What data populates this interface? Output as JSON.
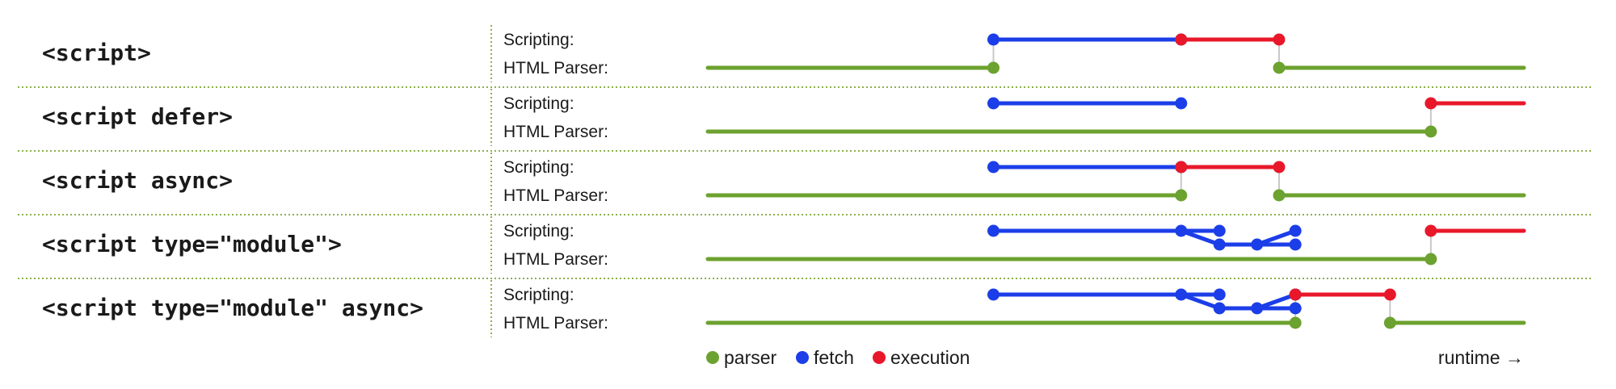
{
  "lane_labels": {
    "scripting": "Scripting:",
    "parser": "HTML Parser:"
  },
  "colors": {
    "parser": "#6ca22f",
    "fetch": "#1c3ee8",
    "execution": "#e8182a",
    "connector": "#c8c8c8",
    "separator": "#8cb04a"
  },
  "rows": [
    {
      "tag": "<script>",
      "parser_segments": [
        [
          0,
          0.35
        ],
        [
          0.7,
          1.0
        ]
      ],
      "fetch_segments": [
        [
          0.35,
          0.58
        ]
      ],
      "exec_segments": [
        [
          0.58,
          0.7
        ]
      ],
      "connectors": [
        0.35,
        0.7
      ]
    },
    {
      "tag": "<script defer>",
      "parser_segments": [
        [
          0,
          0.886
        ]
      ],
      "fetch_segments": [
        [
          0.35,
          0.58
        ]
      ],
      "exec_segments": [
        [
          0.886,
          1.0
        ]
      ],
      "connectors": [
        0.886
      ]
    },
    {
      "tag": "<script async>",
      "parser_segments": [
        [
          0,
          0.58
        ],
        [
          0.7,
          1.0
        ]
      ],
      "fetch_segments": [
        [
          0.35,
          0.58
        ]
      ],
      "exec_segments": [
        [
          0.58,
          0.7
        ]
      ],
      "connectors": [
        0.58,
        0.7
      ]
    },
    {
      "tag": "<script type=\"module\">",
      "parser_segments": [
        [
          0,
          0.886
        ]
      ],
      "fetch_segments": [
        [
          0.35,
          0.58
        ]
      ],
      "module_fetch": {
        "split": 0.58,
        "upper_end": 0.627,
        "lower_mid": 0.627,
        "lower_join": 0.673,
        "merge": 0.72
      },
      "exec_segments": [
        [
          0.886,
          1.0
        ]
      ],
      "connectors": [
        0.886
      ]
    },
    {
      "tag": "<script type=\"module\" async>",
      "parser_segments": [
        [
          0,
          0.72
        ],
        [
          0.836,
          1.0
        ]
      ],
      "fetch_segments": [
        [
          0.35,
          0.58
        ]
      ],
      "module_fetch": {
        "split": 0.58,
        "upper_end": 0.627,
        "lower_mid": 0.627,
        "lower_join": 0.673,
        "merge": 0.72
      },
      "exec_segments": [
        [
          0.72,
          0.836
        ]
      ],
      "connectors": [
        0.72,
        0.836
      ]
    }
  ],
  "legend": {
    "parser": "parser",
    "fetch": "fetch",
    "execution": "execution",
    "runtime": "runtime →"
  }
}
